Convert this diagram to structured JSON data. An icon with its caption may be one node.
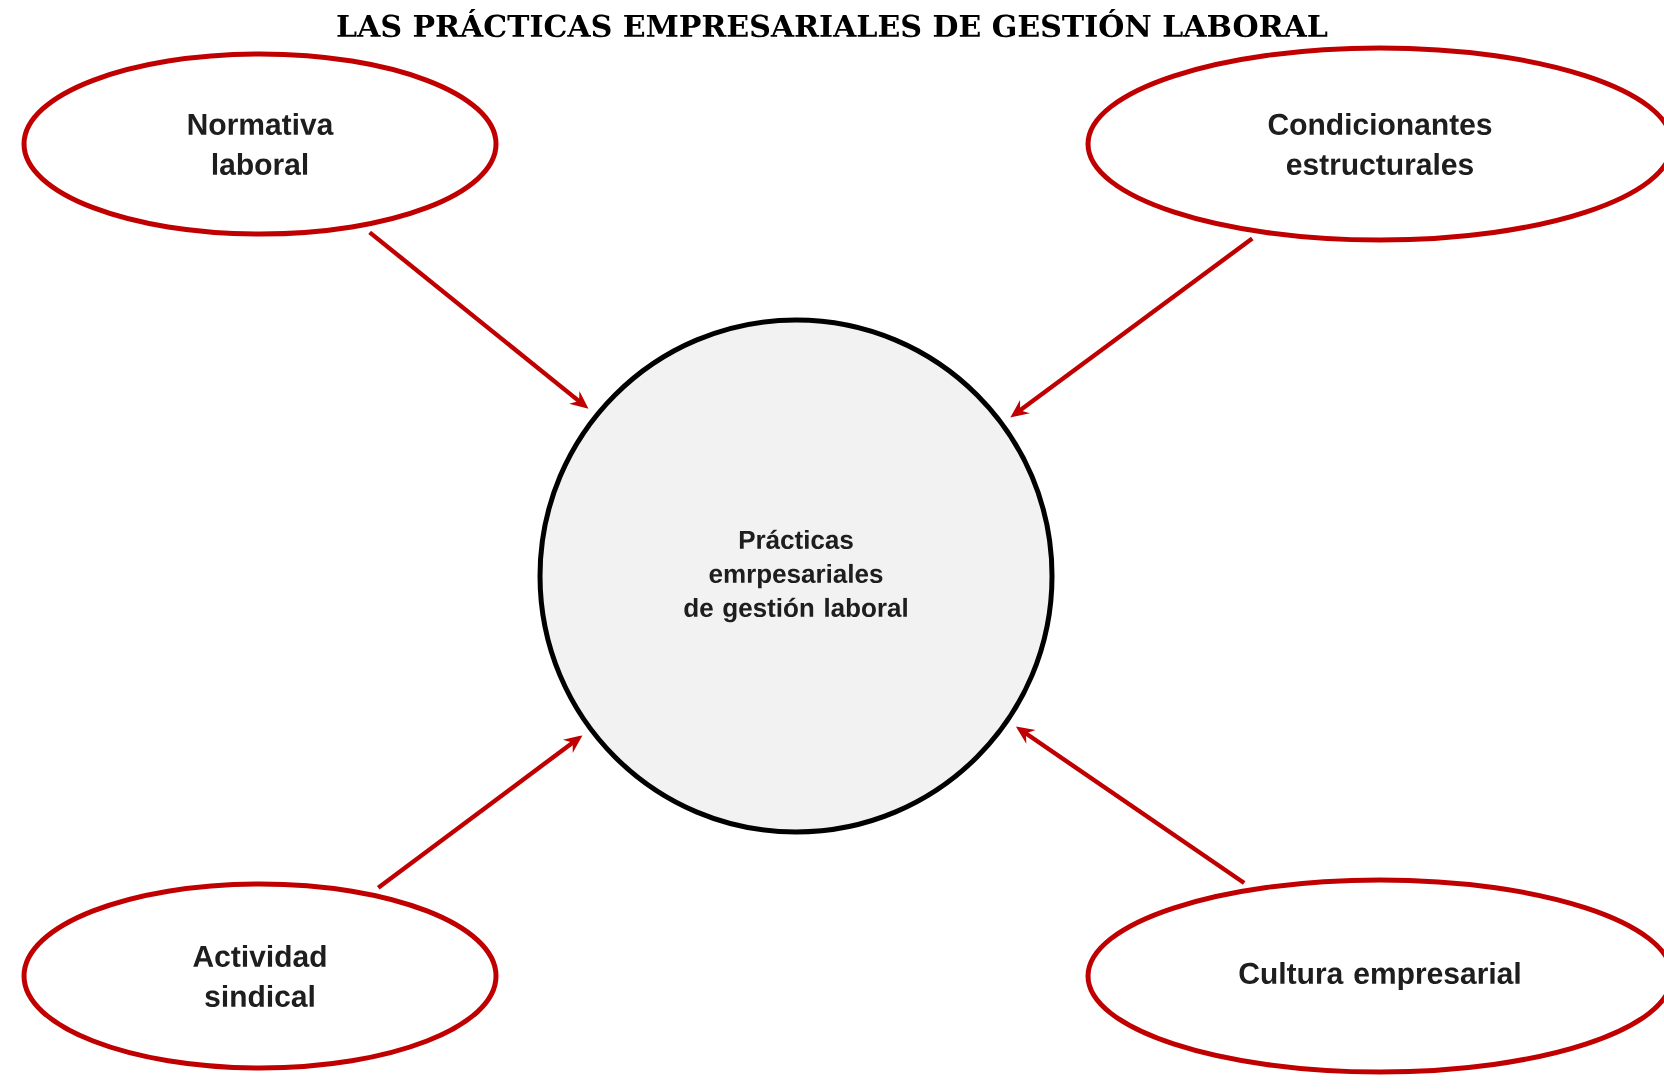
{
  "diagram": {
    "title": "LAS PRÁCTICAS EMPRESARIALES DE GESTIÓN LABORAL",
    "nodes": [
      {
        "text": [
          "Normativa laboral"
        ]
      },
      {
        "text": [
          "Condicionantes estructurales"
        ]
      },
      {
        "text": [
          "Prácticas emrpesariales de gestión laboral"
        ]
      },
      {
        "text": [
          "Actividad sindical"
        ]
      },
      {
        "text": [
          "Cultura empresarial"
        ]
      }
    ],
    "edges": [
      {
        "from": 0,
        "to": 2,
        "arrow": "to"
      },
      {
        "from": 1,
        "to": 2,
        "arrow": "to"
      },
      {
        "from": 3,
        "to": 2,
        "arrow": "to"
      },
      {
        "from": 4,
        "to": 2,
        "arrow": "to"
      }
    ]
  }
}
